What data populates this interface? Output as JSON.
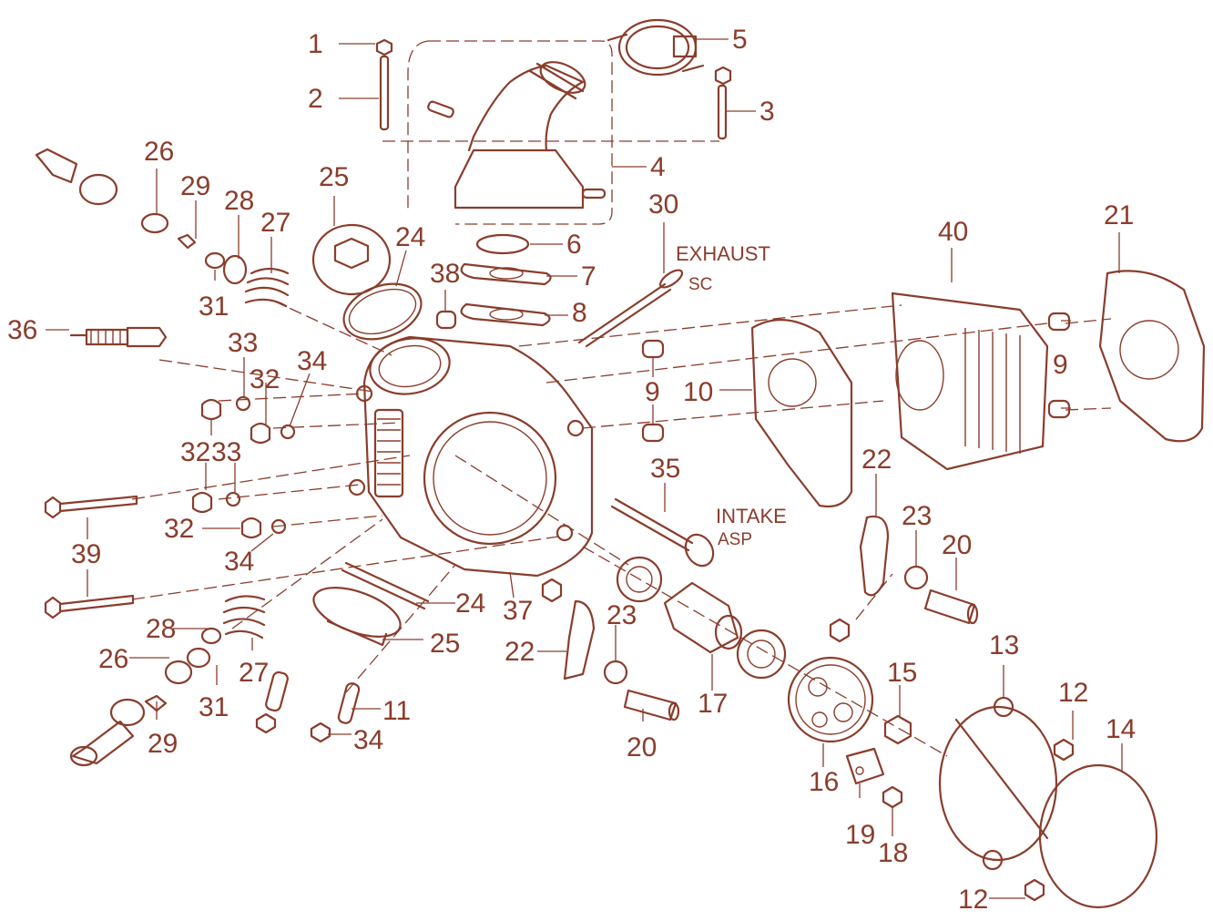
{
  "colors": {
    "ink": "#8a3d2c",
    "background": "#ffffff"
  },
  "callouts": [
    {
      "id": "c1",
      "text": "1"
    },
    {
      "id": "c2",
      "text": "2"
    },
    {
      "id": "c3",
      "text": "3"
    },
    {
      "id": "c4",
      "text": "4"
    },
    {
      "id": "c5",
      "text": "5"
    },
    {
      "id": "c6",
      "text": "6"
    },
    {
      "id": "c7",
      "text": "7"
    },
    {
      "id": "c8",
      "text": "8"
    },
    {
      "id": "c9a",
      "text": "9"
    },
    {
      "id": "c9b",
      "text": "9"
    },
    {
      "id": "c10",
      "text": "10"
    },
    {
      "id": "c11",
      "text": "11"
    },
    {
      "id": "c12a",
      "text": "12"
    },
    {
      "id": "c12b",
      "text": "12"
    },
    {
      "id": "c13",
      "text": "13"
    },
    {
      "id": "c14",
      "text": "14"
    },
    {
      "id": "c15",
      "text": "15"
    },
    {
      "id": "c16",
      "text": "16"
    },
    {
      "id": "c17",
      "text": "17"
    },
    {
      "id": "c18",
      "text": "18"
    },
    {
      "id": "c19",
      "text": "19"
    },
    {
      "id": "c20a",
      "text": "20"
    },
    {
      "id": "c20b",
      "text": "20"
    },
    {
      "id": "c21",
      "text": "21"
    },
    {
      "id": "c22a",
      "text": "22"
    },
    {
      "id": "c22b",
      "text": "22"
    },
    {
      "id": "c23a",
      "text": "23"
    },
    {
      "id": "c23b",
      "text": "23"
    },
    {
      "id": "c24a",
      "text": "24"
    },
    {
      "id": "c24b",
      "text": "24"
    },
    {
      "id": "c25a",
      "text": "25"
    },
    {
      "id": "c25b",
      "text": "25"
    },
    {
      "id": "c26a",
      "text": "26"
    },
    {
      "id": "c26b",
      "text": "26"
    },
    {
      "id": "c27a",
      "text": "27"
    },
    {
      "id": "c27b",
      "text": "27"
    },
    {
      "id": "c28a",
      "text": "28"
    },
    {
      "id": "c28b",
      "text": "28"
    },
    {
      "id": "c29a",
      "text": "29"
    },
    {
      "id": "c29b",
      "text": "29"
    },
    {
      "id": "c30",
      "text": "30"
    },
    {
      "id": "c31a",
      "text": "31"
    },
    {
      "id": "c31b",
      "text": "31"
    },
    {
      "id": "c32a",
      "text": "32"
    },
    {
      "id": "c32b",
      "text": "32"
    },
    {
      "id": "c32c",
      "text": "32"
    },
    {
      "id": "c33a",
      "text": "33"
    },
    {
      "id": "c33b",
      "text": "33"
    },
    {
      "id": "c34a",
      "text": "34"
    },
    {
      "id": "c34b",
      "text": "34"
    },
    {
      "id": "c34c",
      "text": "34"
    },
    {
      "id": "c35",
      "text": "35"
    },
    {
      "id": "c36",
      "text": "36"
    },
    {
      "id": "c37",
      "text": "37"
    },
    {
      "id": "c38",
      "text": "38"
    },
    {
      "id": "c39",
      "text": "39"
    },
    {
      "id": "c40",
      "text": "40"
    }
  ],
  "notes": {
    "exhaust": "EXHAUST",
    "exhaust_code": "SC",
    "intake": "INTAKE",
    "intake_code": "ASP"
  }
}
